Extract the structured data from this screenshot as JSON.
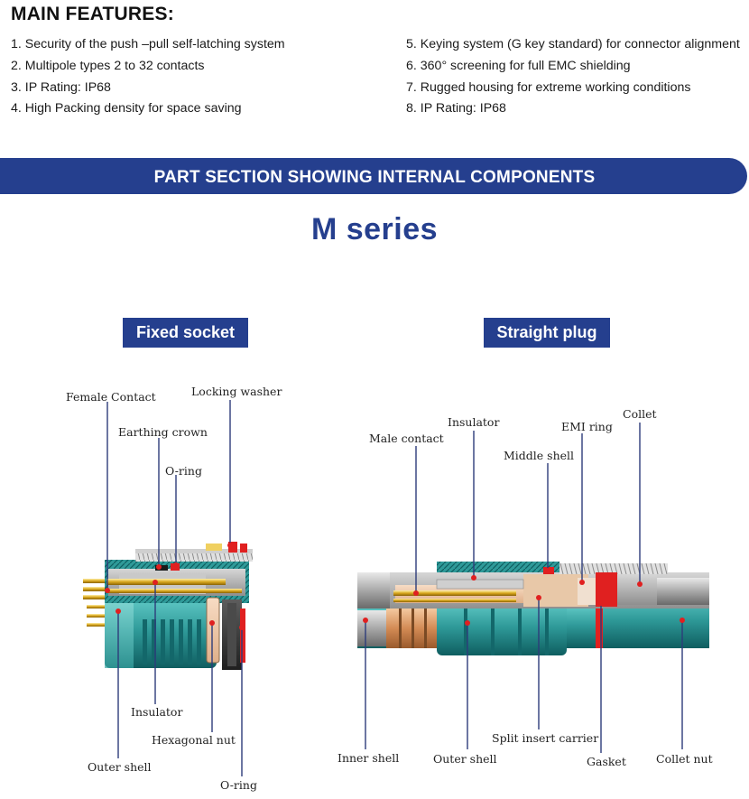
{
  "heading": "MAIN FEATURES:",
  "features_left": [
    "1. Security of the push –pull self-latching system",
    "2. Multipole types 2 to 32 contacts",
    "3. IP Rating: IP68",
    "4. High Packing density for space saving"
  ],
  "features_right": [
    "5. Keying system (G key standard) for connector alignment",
    "6. 360° screening for full EMC shielding",
    "7. Rugged housing for extreme working conditions",
    "8. IP Rating: IP68"
  ],
  "banner": "PART SECTION SHOWING INTERNAL COMPONENTS",
  "series_title": "M series",
  "fixed_socket": {
    "tag": "Fixed socket",
    "labels": {
      "female_contact": "Female Contact",
      "locking_washer": "Locking washer",
      "earthing_crown": "Earthing  crown",
      "o_ring_top": "O-ring",
      "insulator": "Insulator",
      "hexagonal_nut": "Hexagonal nut",
      "outer_shell": "Outer shell",
      "o_ring_bottom": "O-ring"
    }
  },
  "straight_plug": {
    "tag": "Straight plug",
    "labels": {
      "insulator": "Insulator",
      "male_contact": "Male contact",
      "emi_ring": "EMI ring",
      "collet": "Collet",
      "middle_shell": "Middle shell",
      "inner_shell": "Inner shell",
      "outer_shell": "Outer shell",
      "split_insert_carrier": "Split insert carrier",
      "gasket": "Gasket",
      "collet_nut": "Collet nut"
    }
  },
  "colors": {
    "brand_blue": "#253f8e",
    "teal_shell": "#2f9a99",
    "leader_blue": "#2d3c7a",
    "leader_red": "#e02020"
  }
}
